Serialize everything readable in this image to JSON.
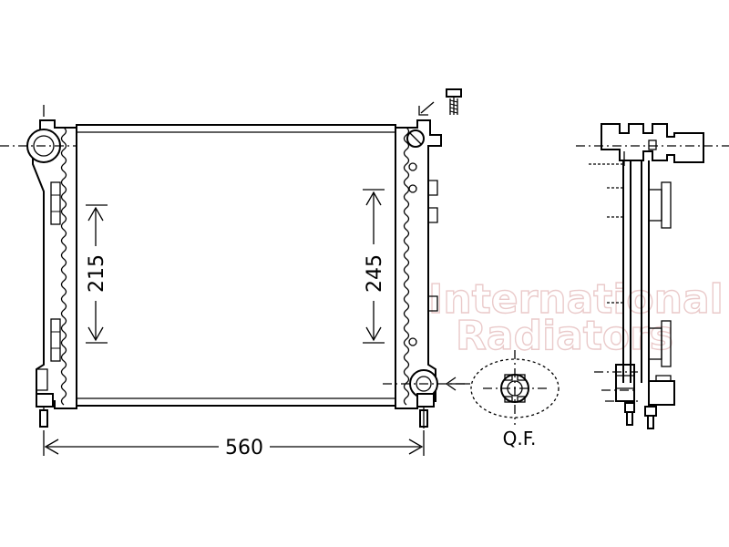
{
  "dimensions": {
    "width": "560",
    "core_height_left": "215",
    "core_height_right": "245"
  },
  "labels": {
    "quick_fit": "Q.F."
  },
  "watermark": {
    "line1": "International",
    "line2": "Radiators",
    "color": "#d9a0a0"
  }
}
